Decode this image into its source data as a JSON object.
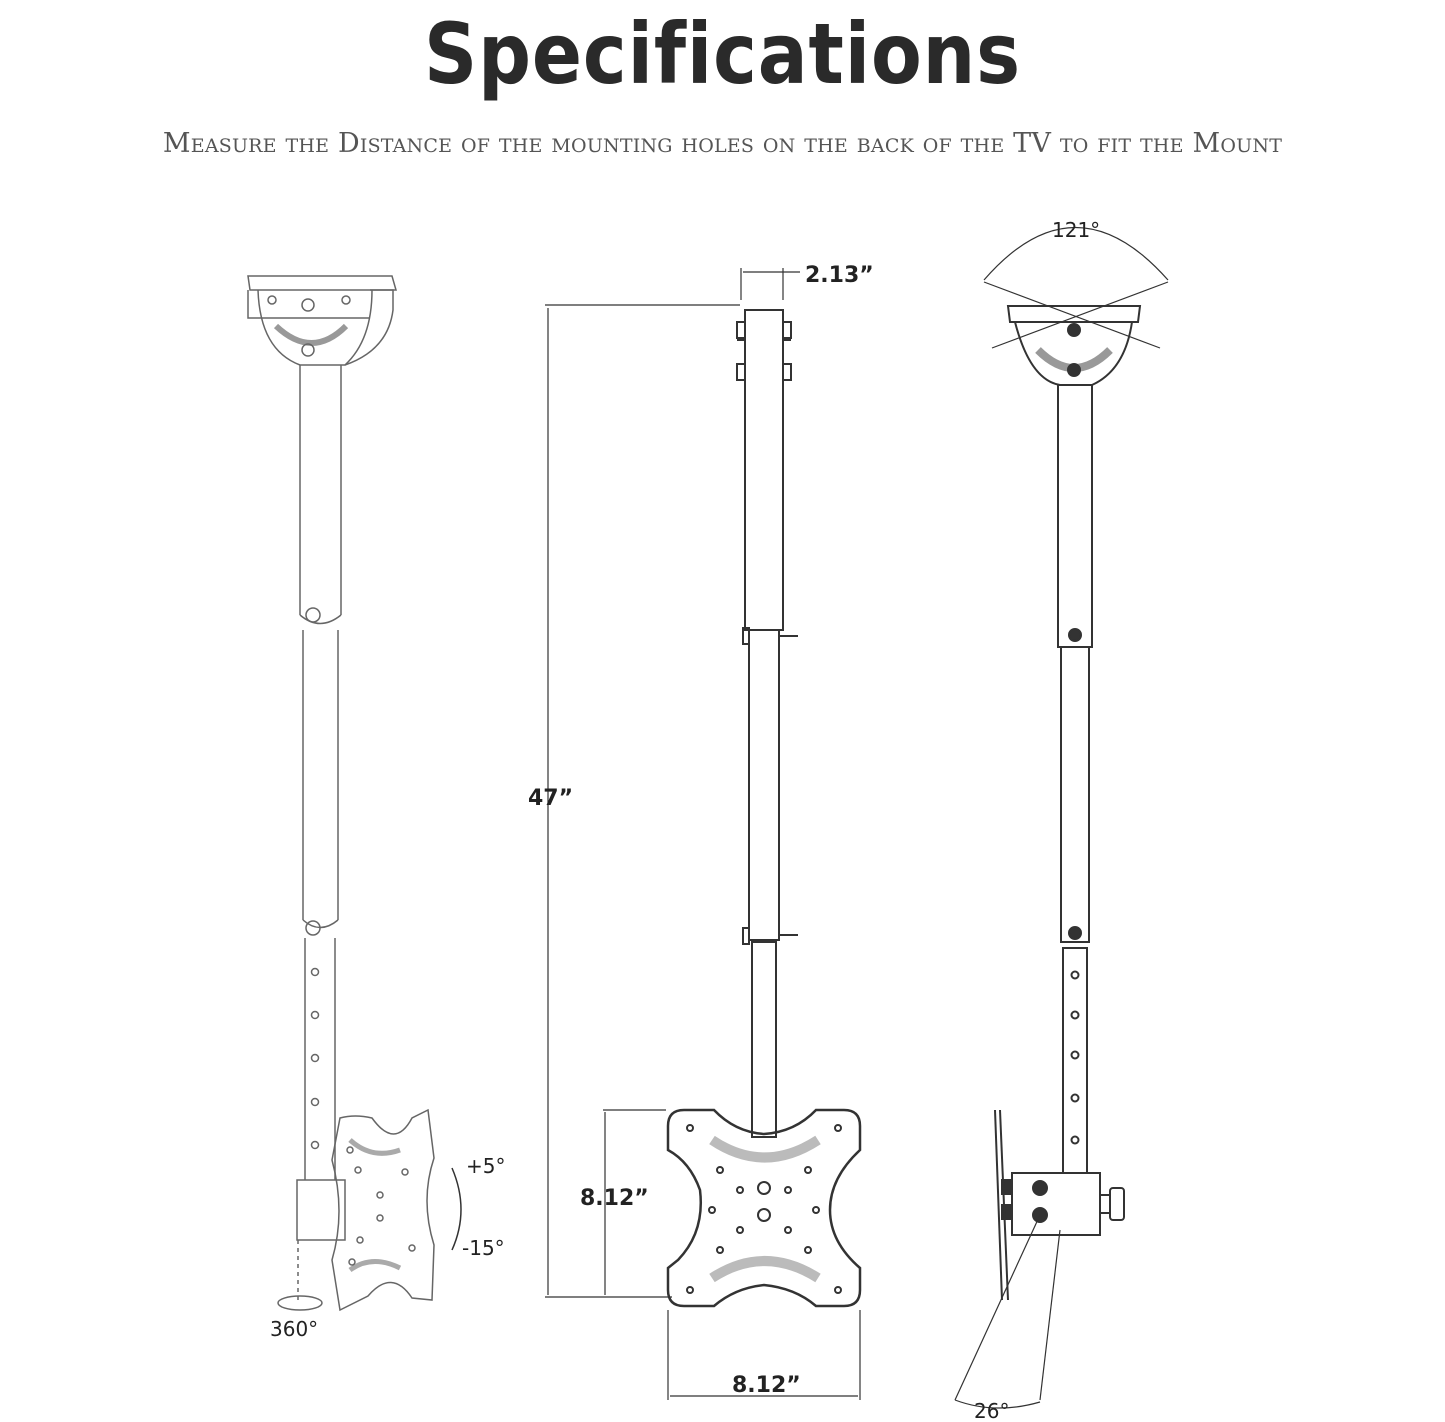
{
  "header": {
    "title": "Specifications",
    "subtitle": "Measure the Distance of the mounting holes on the back of the TV to fit the Mount"
  },
  "left_view": {
    "tilt_up": "+5°",
    "tilt_down": "-15°",
    "swivel": "360°"
  },
  "front_view": {
    "pole_width": "2.13”",
    "max_height": "47”",
    "plate_height": "8.12”",
    "plate_width": "8.12”"
  },
  "side_view": {
    "top_angle": "121°",
    "bottom_angle": "26°"
  },
  "colors": {
    "line": "#333333",
    "light_line": "#888888",
    "text": "#222222"
  }
}
